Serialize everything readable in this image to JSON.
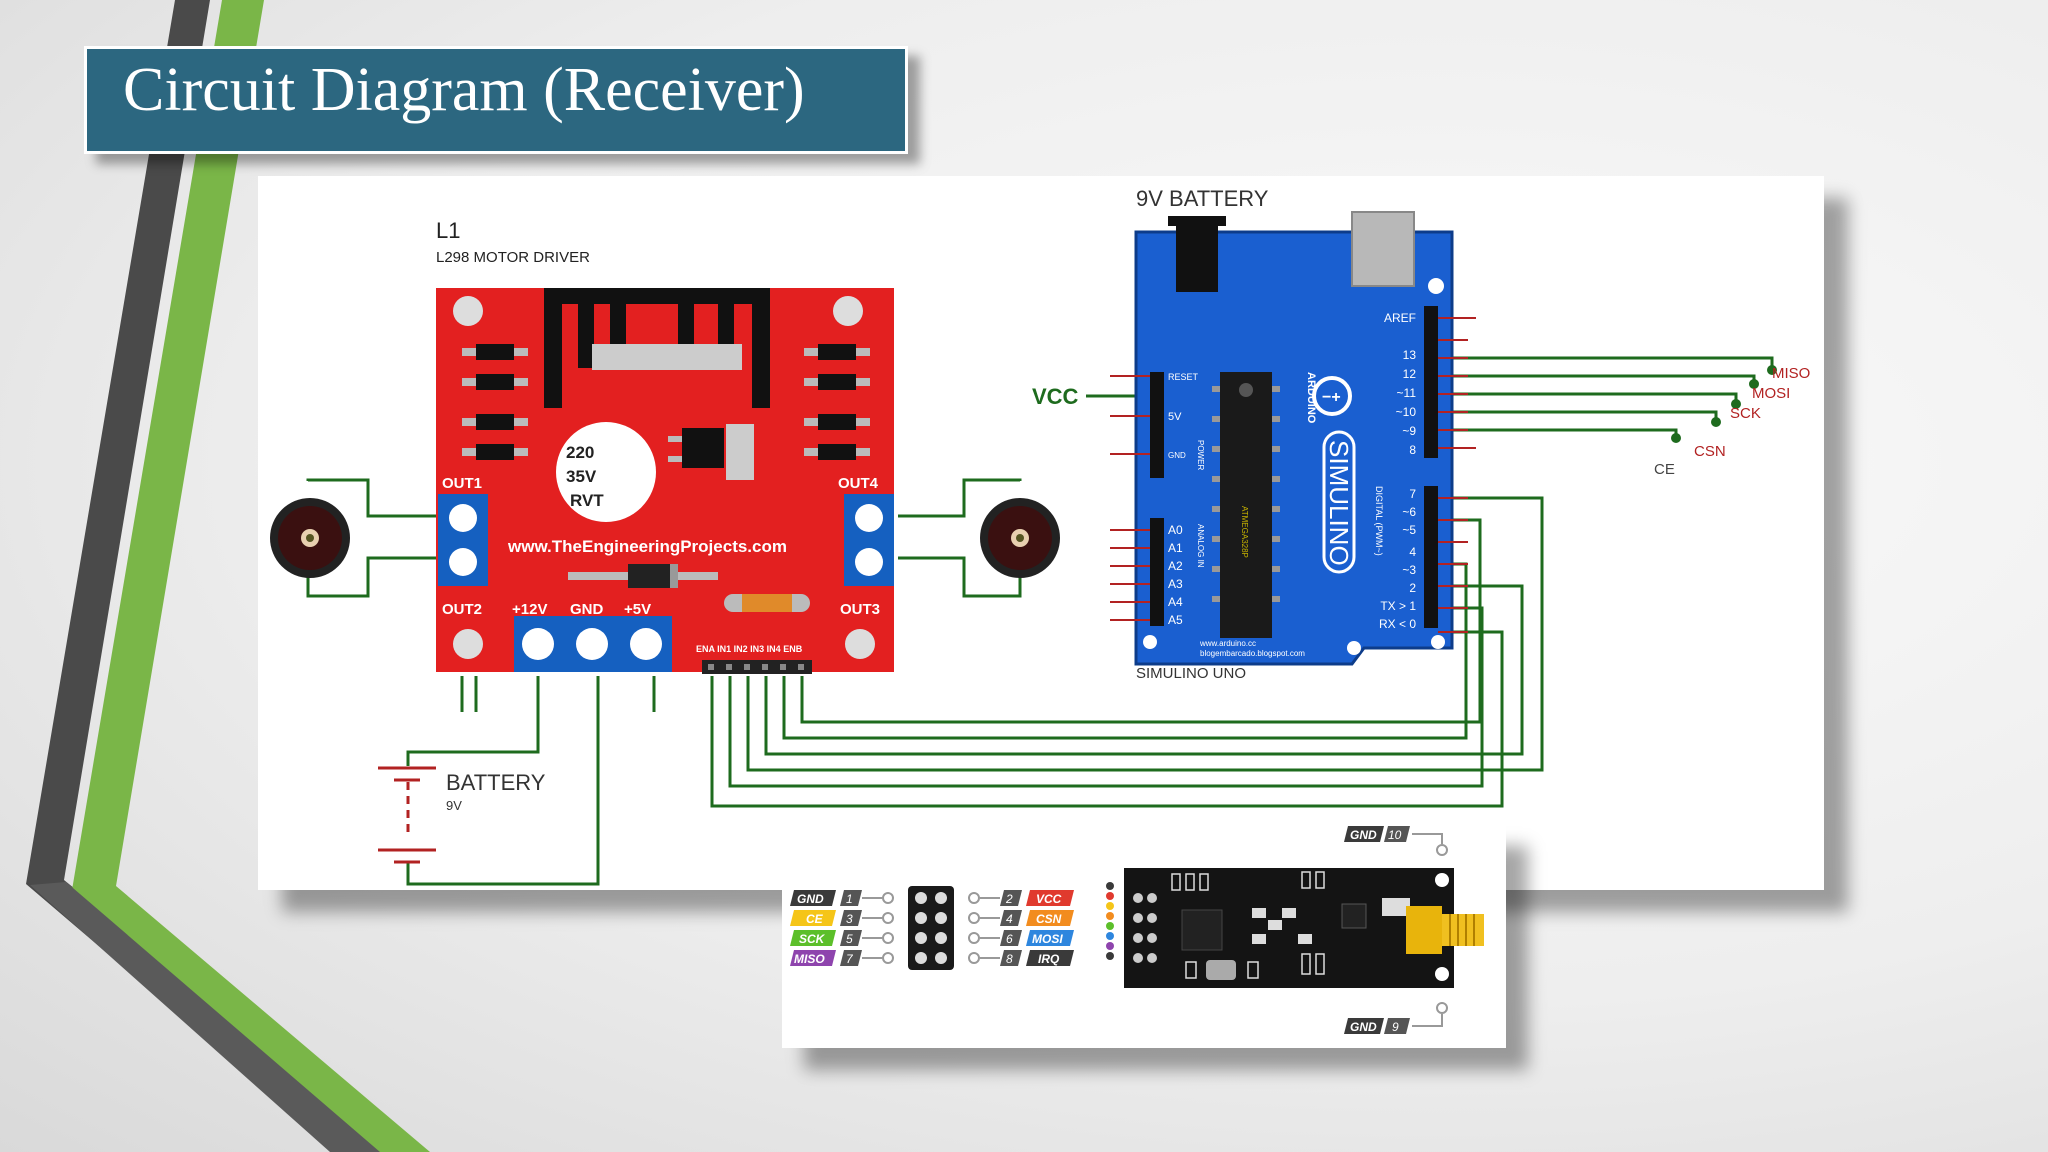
{
  "slide": {
    "title": "Circuit Diagram (Receiver)",
    "colors": {
      "title_bg": "#2c6780",
      "accent_green": "#7ab648",
      "stripe_dark": "#4a4a4a",
      "wire": "#1e6b1e"
    }
  },
  "motor_driver": {
    "ref": "L1",
    "name": "L298 MOTOR DRIVER",
    "cap_lines": [
      "220",
      "35V",
      "RVT"
    ],
    "website": "www.TheEngineeringProjects.com",
    "outputs": [
      "OUT1",
      "OUT2",
      "OUT3",
      "OUT4"
    ],
    "power_pins": [
      "+12V",
      "GND",
      "+5V"
    ],
    "logic_pins": "ENA IN1 IN2 IN3 IN4 ENB"
  },
  "battery": {
    "label": "BATTERY",
    "voltage": "9V"
  },
  "arduino": {
    "battery_label": "9V BATTERY",
    "board_name": "SIMULINO UNO",
    "brand": "ARDUINO",
    "logo_text": "SIMULINO",
    "vcc_label": "VCC",
    "top_pins": [
      "AREF",
      "13",
      "12",
      "~11",
      "~10",
      "~9",
      "8"
    ],
    "bottom_pins": [
      "7",
      "~6",
      "~5",
      "4",
      "~3",
      "2",
      "TX > 1",
      "RX < 0"
    ],
    "analog_pins": [
      "A0",
      "A1",
      "A2",
      "A3",
      "A4",
      "A5"
    ],
    "power_header": [
      "RESET",
      "5V",
      "GND"
    ],
    "section_labels": {
      "power": "POWER",
      "analog": "ANALOG IN",
      "digital": "DIGITAL (PWM~)"
    },
    "chip_label": "ATMEGA328P",
    "footer": [
      "www.arduino.cc",
      "blogembarcado.blogspot.com"
    ],
    "spi_labels": [
      "MISO",
      "MOSI",
      "SCK",
      "CSN",
      "CE"
    ]
  },
  "nrf": {
    "left_pins": [
      {
        "name": "GND",
        "num": "1",
        "color": "#3a3a3a"
      },
      {
        "name": "CE",
        "num": "3",
        "color": "#f5c518"
      },
      {
        "name": "SCK",
        "num": "5",
        "color": "#5cbf2a"
      },
      {
        "name": "MISO",
        "num": "7",
        "color": "#8e44ad"
      }
    ],
    "right_pins": [
      {
        "name": "VCC",
        "num": "2",
        "color": "#e03a2e"
      },
      {
        "name": "CSN",
        "num": "4",
        "color": "#f28c1e"
      },
      {
        "name": "MOSI",
        "num": "6",
        "color": "#2e86de"
      },
      {
        "name": "IRQ",
        "num": "8",
        "color": "#3a3a3a"
      }
    ],
    "gnd_top": {
      "name": "GND",
      "num": "10"
    },
    "gnd_bottom": {
      "name": "GND",
      "num": "9"
    }
  }
}
